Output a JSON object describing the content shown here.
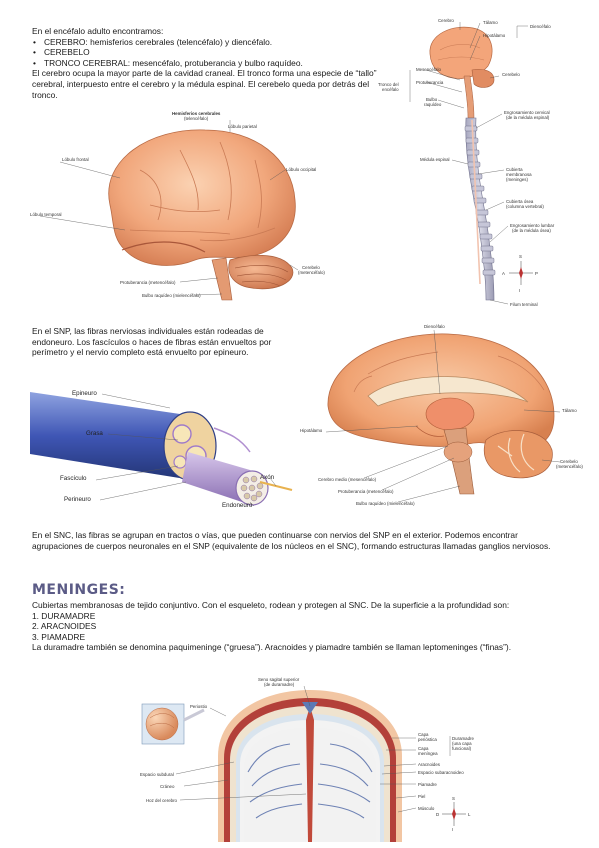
{
  "intro": {
    "lead": "En el encéfalo adulto encontramos:",
    "bullets": [
      "CEREBRO: hemisferios cerebrales (telencéfalo) y diencéfalo.",
      "CEREBELO",
      "TRONCO CEREBRAL: mesencéfalo, protuberancia y bulbo raquídeo."
    ],
    "paragraph": "El cerebro ocupa la mayor parte de la cavidad craneal. El tronco forma una especie de “tallo” cerebral, interpuesto entre el cerebro y la médula espinal. El cerebelo queda por detrás del tronco."
  },
  "fig_brain": {
    "hemisferios": "Hemisferios cerebrales",
    "telencefalo": "(telencéfalo)",
    "lobulo_parietal": "Lóbulo parietal",
    "lobulo_frontal": "Lóbulo frontal",
    "lobulo_occipital": "Lóbulo occipital",
    "lobulo_temporal": "Lóbulo temporal",
    "protuberancia": "Protuberancia (metencéfalo)",
    "bulbo": "Bulbo raquídeo (mielencéfalo)",
    "cerebelo": "Cerebelo",
    "metencefalo": "(metencéfalo)"
  },
  "fig_cns": {
    "cerebro": "Cerebro",
    "talamo": "Tálamo",
    "hipotalamo": "Hipotálamo",
    "diencefalo": "Diencéfalo",
    "mesencefalo": "Mesencéfalo",
    "cerebelo": "Cerebelo",
    "tronco": "Tronco del",
    "encefalo": "encéfalo",
    "protuberancia": "Protuberancia",
    "bulbo": "Bulbo",
    "raquideo": "raquídeo",
    "engr_cervical": "Engrosamiento cervical",
    "engr_cervical2": "(de la médula espinal)",
    "medula": "Médula espinal",
    "cubierta_memb": "Cubierta",
    "cubierta_memb2": "membranosa",
    "cubierta_memb3": "(meninges)",
    "cubierta_osea": "Cubierta ósea",
    "cubierta_osea2": "(columna vertebral)",
    "engr_lumbar": "Engrosamiento lumbar",
    "engr_lumbar2": "(de la médula ósea)",
    "filum": "Filum terminal",
    "compass": [
      "S",
      "A",
      "P",
      "I"
    ]
  },
  "snp": {
    "paragraph": "En el SNP, las fibras nerviosas individuales están rodeadas de endoneuro. Los fascículos o haces de fibras están envueltos por perímetro y el nervio completo está envuelto por epineuro."
  },
  "fig_nerve": {
    "epineuro": "Epineuro",
    "grasa": "Grasa",
    "fasciculo": "Fascículo",
    "perineuro": "Perineuro",
    "endoneuro": "Endoneuro",
    "axon": "Axón"
  },
  "fig_sagittal": {
    "diencefalo": "Diencéfalo",
    "hipotalamo": "Hipotálamo",
    "talamo": "Tálamo",
    "cerebro_medio": "Cerebro medio (mesencéfalo)",
    "protuberancia": "Protuberancia (metencéfalo)",
    "bulbo": "Bulbo raquídeo (mielencéfalo)",
    "cerebelo": "Cerebelo",
    "metencefalo": "(metencéfalo)"
  },
  "snc": {
    "paragraph": "En el SNC, las fibras se agrupan en tractos o vías, que pueden continuarse con nervios del SNP en el exterior. Podemos encontrar agrupaciones de cuerpos neuronales en el SNP (equivalente de los núcleos en el SNC), formando estructuras llamadas ganglios nerviosos."
  },
  "meninges": {
    "heading": "MENINGES:",
    "intro": "Cubiertas membranosas de tejido conjuntivo. Con el esqueleto, rodean y protegen al SNC. De la superficie a la profundidad son:",
    "list": [
      "1.  DURAMADRE",
      "2.  ARACNOIDES",
      "3.  PIAMADRE"
    ],
    "note": "La duramadre también se denomina paquimeninge (“gruesa”). Aracnoides y piamadre también se llaman leptomeninges (“finas”)."
  },
  "fig_meninges": {
    "seno": "Seno sagital superior",
    "seno2": "(de duramadre)",
    "periostio": "Periostio",
    "espacio_subdural": "Espacio subdural",
    "craneo": "Cráneo",
    "hoz": "Hoz del cerebro",
    "capa_periostica": "Capa",
    "capa_periostica2": "perióstica",
    "capa_meningea": "Capa",
    "capa_meningea2": "meníngea",
    "duramadre": "Duramadre",
    "duramadre2": "(una capa",
    "duramadre3": "funcional)",
    "aracnoides": "Aracnoides",
    "esp_subaracnoideo": "Espacio subaracnoideo",
    "piamadre": "Piamadre",
    "piel": "Piel",
    "musculo": "Músculo",
    "compass": [
      "S",
      "D",
      "I",
      "L"
    ]
  }
}
